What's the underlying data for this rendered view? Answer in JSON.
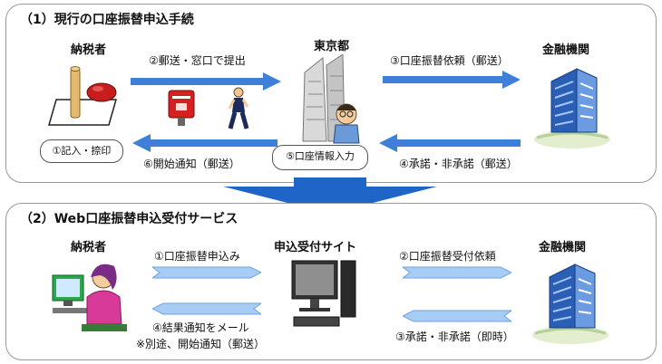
{
  "section1": {
    "title": "（1）現行の口座振替申込手続",
    "taxpayer": "納税者",
    "tokyo": "東京都",
    "bank": "金融機関",
    "step1": "①記入・捺印",
    "step2": "②郵送・窓口で提出",
    "step3": "③口座振替依頼（郵送）",
    "step4": "④承諾・非承諾（郵送）",
    "step5": "⑤口座情報入力",
    "step6": "⑥開始通知（郵送）"
  },
  "section2": {
    "title": "（2）Web口座振替申込受付サービス",
    "taxpayer": "納税者",
    "site": "申込受付サイト",
    "bank": "金融機関",
    "step1": "①口座振替申込み",
    "step2": "②口座振替受付依頼",
    "step3": "③承諾・非承諾（即時）",
    "step4": "④結果通知をメール",
    "note": "※別途、開始通知（郵送）"
  },
  "colors": {
    "arrow_blue": "#3d7fd9",
    "transition_blue": "#1f65c8",
    "building_blue": "#2b5fb5",
    "frame": "#9a9a9a"
  }
}
